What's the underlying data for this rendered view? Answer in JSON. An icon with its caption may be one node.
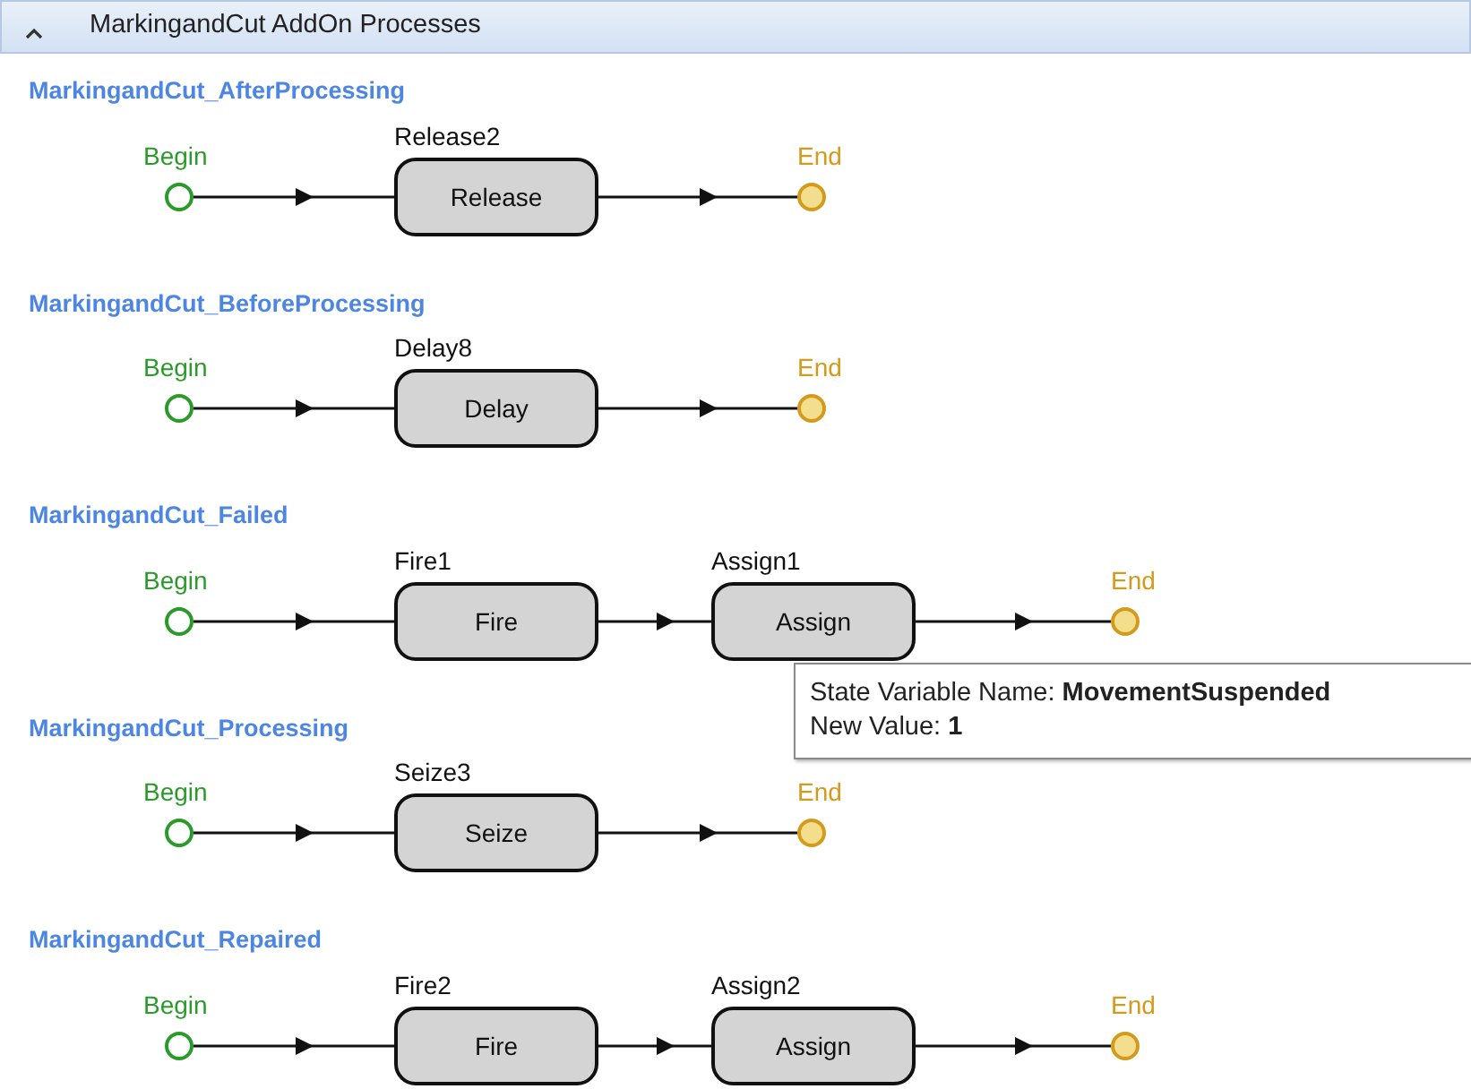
{
  "diagram": {
    "title": "MarkingandCut AddOn Processes",
    "nodes": [
      {
        "text": [],
        "shape": "circle",
        "beside": [
          "Begin"
        ]
      },
      {
        "text": [
          "Release2",
          "Release"
        ]
      },
      {
        "text": [],
        "shape": "circle",
        "beside": [
          "End"
        ]
      },
      {
        "text": [],
        "shape": "circle",
        "beside": [
          "Begin"
        ]
      },
      {
        "text": [
          "Delay8",
          "Delay"
        ]
      },
      {
        "text": [],
        "shape": "circle",
        "beside": [
          "End"
        ]
      },
      {
        "text": [],
        "shape": "circle",
        "beside": [
          "Begin"
        ]
      },
      {
        "text": [
          "Fire1",
          "Fire"
        ]
      },
      {
        "text": [
          "Assign1",
          "Assign"
        ]
      },
      {
        "text": [],
        "shape": "circle",
        "beside": [
          "End"
        ]
      },
      {
        "text": [],
        "shape": "circle",
        "beside": [
          "Begin"
        ]
      },
      {
        "text": [
          "Seize3",
          "Seize"
        ]
      },
      {
        "text": [],
        "shape": "circle",
        "beside": [
          "End"
        ]
      },
      {
        "text": [],
        "shape": "circle",
        "beside": [
          "Begin"
        ]
      },
      {
        "text": [
          "Fire2",
          "Fire"
        ]
      },
      {
        "text": [
          "Assign2",
          "Assign"
        ]
      },
      {
        "text": [],
        "shape": "circle",
        "beside": [
          "End"
        ]
      }
    ],
    "edges": [
      {
        "from": 0,
        "to": 1,
        "arrow": "to"
      },
      {
        "from": 1,
        "to": 2,
        "arrow": "to"
      },
      {
        "from": 3,
        "to": 4,
        "arrow": "to"
      },
      {
        "from": 4,
        "to": 5,
        "arrow": "to"
      },
      {
        "from": 6,
        "to": 7,
        "arrow": "to"
      },
      {
        "from": 7,
        "to": 8,
        "arrow": "to"
      },
      {
        "from": 8,
        "to": 9,
        "arrow": "to"
      },
      {
        "from": 10,
        "to": 11,
        "arrow": "to"
      },
      {
        "from": 11,
        "to": 12,
        "arrow": "to"
      },
      {
        "from": 13,
        "to": 14,
        "arrow": "to"
      },
      {
        "from": 14,
        "to": 15,
        "arrow": "to"
      },
      {
        "from": 15,
        "to": 16,
        "arrow": "to"
      }
    ],
    "labels": [
      "MarkingandCut_AfterProcessing",
      "MarkingandCut_BeforeProcessing",
      "MarkingandCut_Failed",
      "MarkingandCut_Processing",
      "MarkingandCut_Repaired",
      "State Variable Name: **MovementSuspended**",
      "New Value: **1**"
    ]
  }
}
